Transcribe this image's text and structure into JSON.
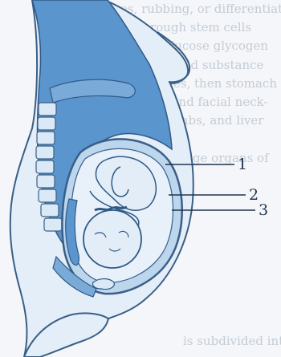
{
  "background_text": {
    "lines": [
      "es, rubbing, or differentiation",
      "es through stem cells",
      "-blast (glucose glycogen",
      "muscle; lipid substance",
      "lien planes, then stomach",
      "-um ear and facial neck-",
      "of face, limbs, and liver",
      "",
      "-ness' of stage organs of",
      "",
      "",
      "",
      "",
      "",
      "",
      "",
      ""
    ],
    "bottom_line": "is subdivided into several"
  },
  "callouts": [
    {
      "label": "1"
    },
    {
      "label": "2"
    },
    {
      "label": "3"
    }
  ],
  "colors": {
    "body_fill": "#e4eef8",
    "abdomen_fill": "#5b95cd",
    "outline": "#3a5f86",
    "light_fill": "#bcd6ee",
    "fetus_fill": "#e2edf8"
  }
}
